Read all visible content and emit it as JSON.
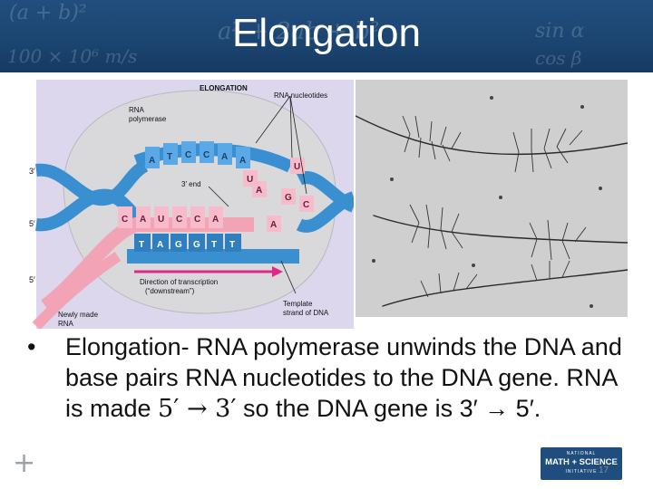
{
  "slide": {
    "title": "Elongation",
    "bullet_prefix": "Elongation- RNA polymerase unwinds the DNA and base pairs RNA nucleotides to the DNA gene.  RNA is made ",
    "arrow1": "5′ → 3′",
    "bullet_mid": " so the DNA gene is ",
    "arrow2": "3′ → 5′",
    "bullet_end": ".",
    "page_number": "17"
  },
  "header_formulas": [
    "a² + 2ab + b²",
    "sin α",
    "100 × 10⁶ m/s",
    "cos β",
    "(a + b)²"
  ],
  "diagram": {
    "heading": "ELONGATION",
    "rna_nucleotides_label": "RNA nucleotides",
    "polymerase_label_1": "RNA",
    "polymerase_label_2": "polymerase",
    "end3_label": "3′ end",
    "strand_5prime": "5′",
    "strand_3prime": "3′",
    "direction_label_1": "Direction of transcription",
    "direction_label_2": "(“downstream”)",
    "template_label_1": "Template",
    "template_label_2": "strand of DNA",
    "newly_label_1": "Newly made",
    "newly_label_2": "RNA",
    "top_bases": [
      "A",
      "T",
      "C",
      "C",
      "A",
      "A"
    ],
    "rna_bases": [
      "C",
      "A",
      "U",
      "C",
      "C",
      "A"
    ],
    "template_bases": [
      "T",
      "A",
      "G",
      "G",
      "T",
      "T"
    ],
    "free_nucleotides": [
      "U",
      "G",
      "C",
      "A",
      "U",
      "A"
    ]
  },
  "logo": {
    "line1": "NATIONAL",
    "line2": "MATH + SCIENCE",
    "line3": "INITIATIVE"
  },
  "colors": {
    "header": "#1b4470",
    "dna_blue": "#3a8fd0",
    "rna_pink": "#f2a3b6",
    "polymerase_gray": "#d7d7d9",
    "direction_arrow": "#e0288a"
  }
}
